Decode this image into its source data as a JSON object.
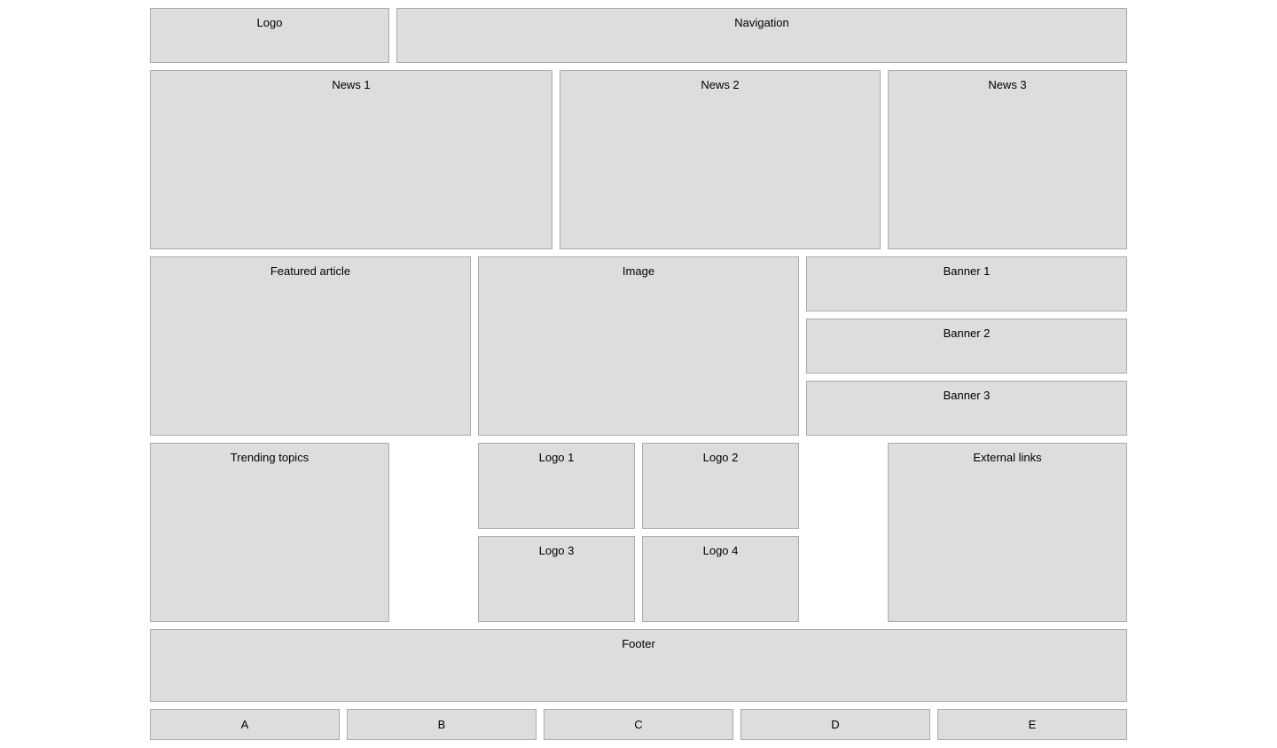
{
  "header": {
    "logo": "Logo",
    "navigation": "Navigation"
  },
  "news": [
    "News 1",
    "News 2",
    "News 3"
  ],
  "middle": {
    "featured_article": "Featured article",
    "image": "Image",
    "banners": [
      "Banner 1",
      "Banner 2",
      "Banner 3"
    ]
  },
  "lower": {
    "trending_topics": "Trending topics",
    "logos": [
      "Logo 1",
      "Logo 2",
      "Logo 3",
      "Logo 4"
    ],
    "external_links": "External links"
  },
  "footer": {
    "label": "Footer",
    "items": [
      "A",
      "B",
      "C",
      "D",
      "E"
    ]
  },
  "colors": {
    "box_background": "#dddddd",
    "box_border": "#aaaaaa",
    "page_background": "#ffffff"
  }
}
